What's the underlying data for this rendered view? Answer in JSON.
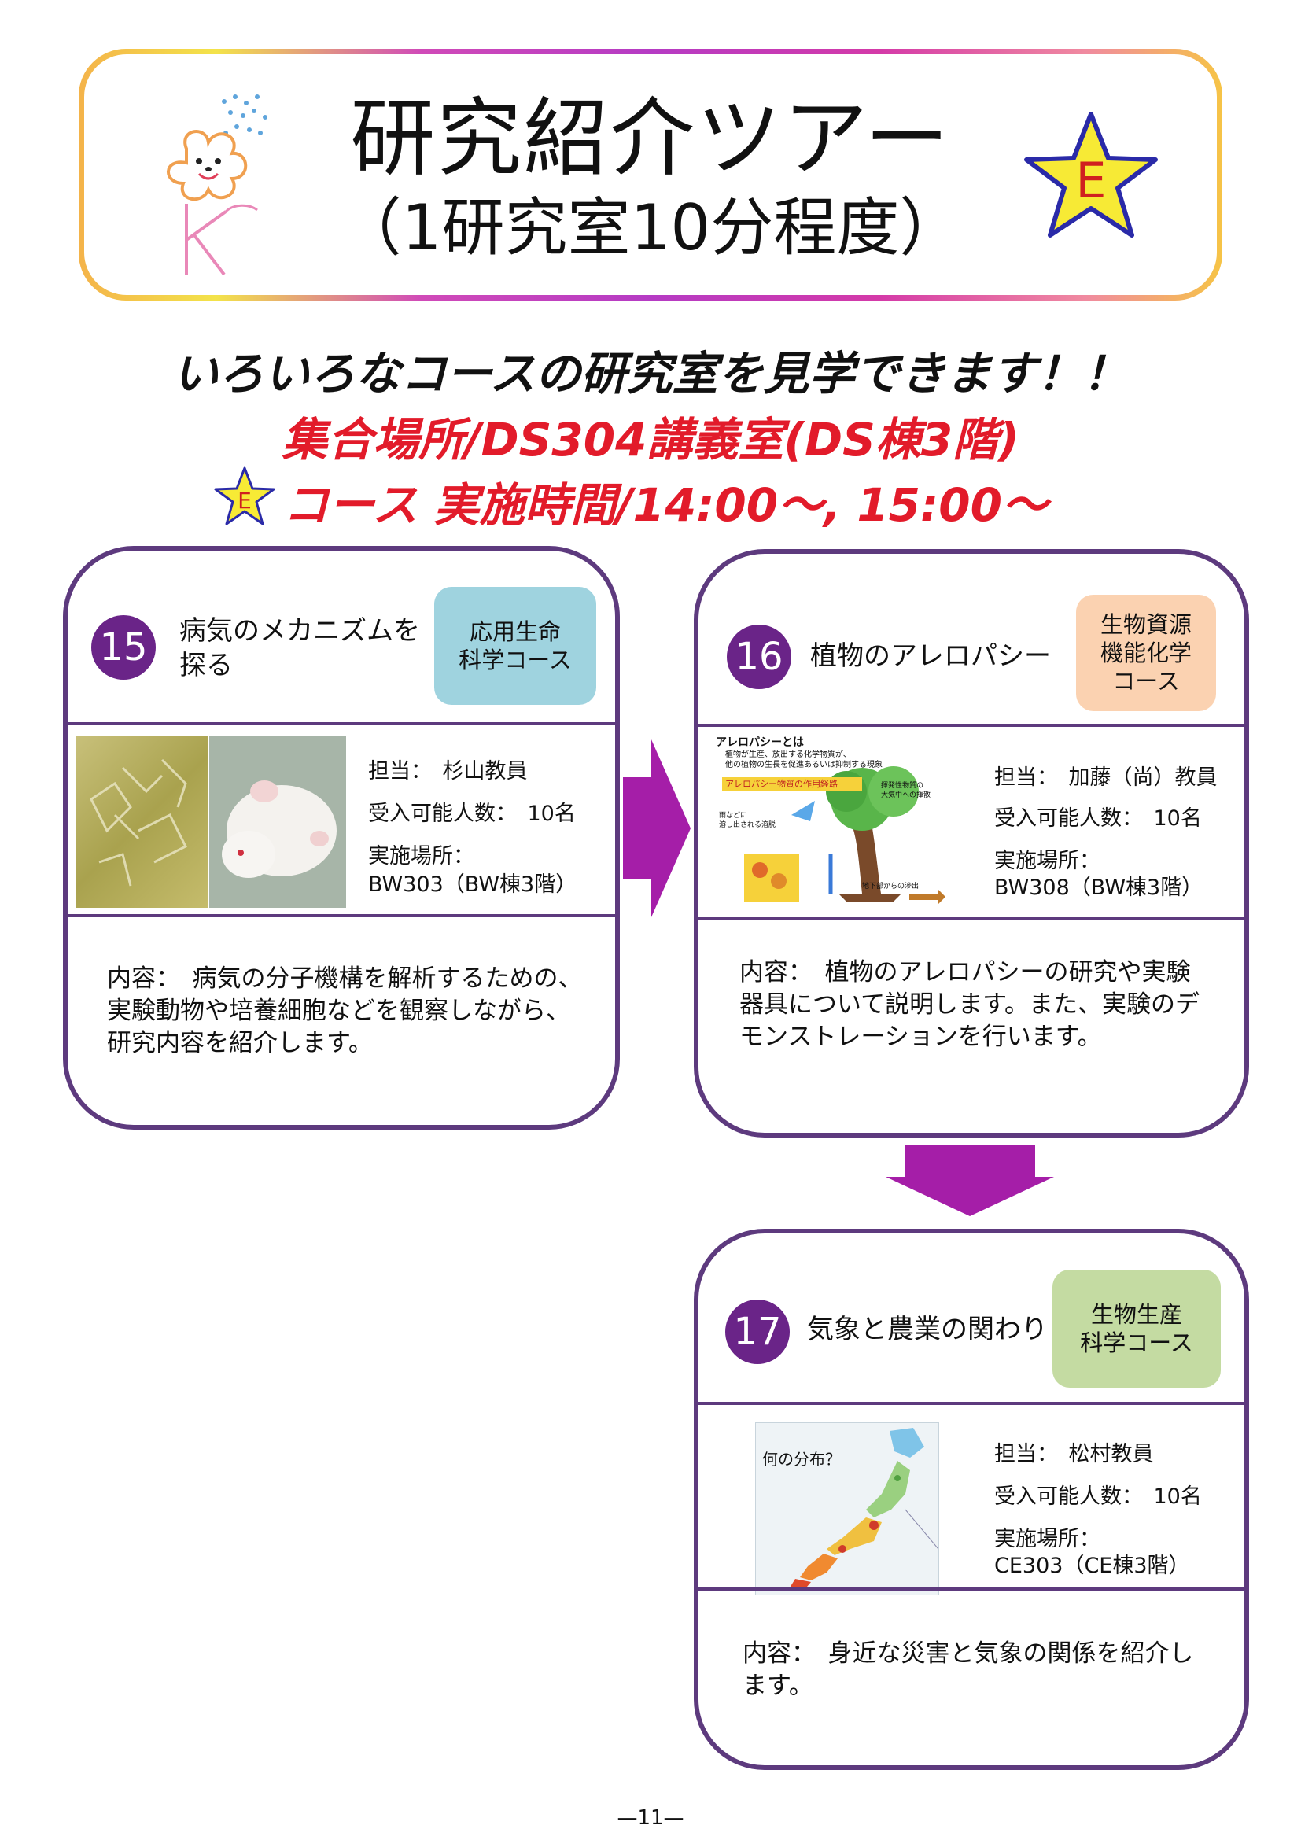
{
  "header": {
    "title": "研究紹介ツアー",
    "subtitle": "（1研究室10分程度）",
    "star_letter": "E",
    "logo_letter": "K"
  },
  "headlines": {
    "line1": "いろいろなコースの研究室を見学できます！！",
    "line2": "集合場所/DS304講義室(DS棟3階)",
    "line3_star": "E",
    "line3": "コース 実施時間/14:00～, 15:00～"
  },
  "cards": [
    {
      "number": "15",
      "title_l1": "病気のメカニズムを",
      "title_l2": "探る",
      "course_l1": "応用生命",
      "course_l2": "科学コース",
      "course_l3": "",
      "teacher": "担当：　杉山教員",
      "capacity": "受入可能人数：　10名",
      "place_label": "実施場所：",
      "place": "BW303（BW棟3階）",
      "content_l1": "内容：　病気の分子機構を解析するための、",
      "content_l2": "実験動物や培養細胞などを観察しながら、",
      "content_l3": "研究内容を紹介します。"
    },
    {
      "number": "16",
      "title_l1": "植物のアレロパシー",
      "title_l2": "",
      "course_l1": "生物資源",
      "course_l2": "機能化学",
      "course_l3": "コース",
      "teacher": "担当：　加藤（尚）教員",
      "capacity": "受入可能人数：　10名",
      "place_label": "実施場所：",
      "place": "BW308（BW棟3階）",
      "content_l1": "内容：　植物のアレロパシーの研究や実験",
      "content_l2": "器具について説明します。また、実験のデ",
      "content_l3": "モンストレーションを行います。",
      "img_title": "アレロパシーとは",
      "img_text1": "植物が生産、放出する化学物質が、",
      "img_text2": "他の植物の生長を促進あるいは抑制する現象",
      "img_band": "アレロパシー物質の作用経路",
      "img_label_a": "揮発性物質の",
      "img_label_b": "大気中への揮散",
      "img_label_c": "雨などに",
      "img_label_d": "溶し出される溶脱",
      "img_label_e": "地下部からの滲出"
    },
    {
      "number": "17",
      "title_l1": "気象と農業の関わり",
      "title_l2": "",
      "course_l1": "生物生産",
      "course_l2": "科学コース",
      "course_l3": "",
      "teacher": "担当：　松村教員",
      "capacity": "受入可能人数：　10名",
      "place_label": "実施場所：",
      "place": "CE303（CE棟3階）",
      "content_l1": "内容：　身近な災害と気象の関係を紹介し",
      "content_l2": "ます。",
      "content_l3": "",
      "img_title": "何の分布？"
    }
  ],
  "colors": {
    "card_border": "#5d3a7e",
    "number_circle": "#6a2488",
    "course_15": "#9fd3df",
    "course_16": "#fbd2b1",
    "course_17": "#c4dba2",
    "arrow": "#a51ea8",
    "accent_red": "#e21b2a",
    "star_fill": "#f7ea35"
  },
  "footer": {
    "page": "—11—"
  }
}
